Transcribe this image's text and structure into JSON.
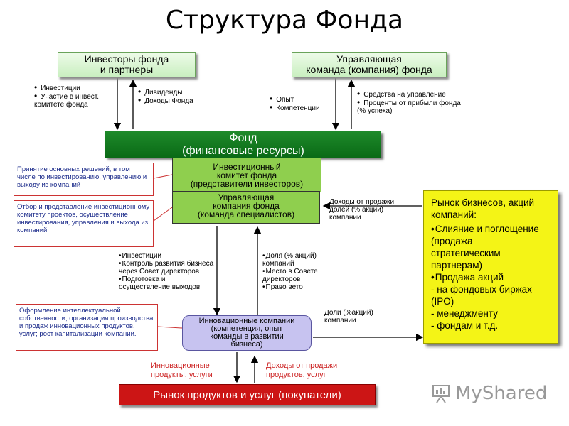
{
  "title": "Структура Фонда",
  "investors_box": [
    "Инвесторы фонда",
    "и партнеры"
  ],
  "management_box": [
    "Управляющая",
    "команда (компания) фонда"
  ],
  "investors_down": [
    "Инвестиции",
    "Участие в инвест.",
    "комитете фонда"
  ],
  "investors_up": [
    "Дивиденды",
    "Доходы Фонда"
  ],
  "management_down": [
    "Опыт",
    "Компетенции"
  ],
  "management_up": [
    "Средства на управление",
    "Проценты от прибыли фонда",
    "(% успеха)"
  ],
  "fund_box": [
    "Фонд",
    "(финансовые ресурсы)"
  ],
  "committee_box": [
    "Инвестиционный",
    "комитет фонда",
    "(представители инвесторов)"
  ],
  "company_box": [
    "Управляющая",
    "компания фонда",
    "(команда специалистов)"
  ],
  "note_decisions": "Принятие основных решений, в том числе по инвестированию, управлению и выходу из компаний",
  "note_selection": "Отбор и представление инвестиционному комитету проектов, осуществление инвестирования, управления и выхода из компаний",
  "note_ip": "Оформление интеллектуальной собственности; организация производства и продаж инновационных продуктов, услуг; рост капитализации компании.",
  "sale_income_label": [
    "Доходы от продажи",
    "долей (% акции)",
    "компании"
  ],
  "market_box": {
    "heading": [
      "Рынок бизнесов, акций",
      "компаний:"
    ],
    "items": [
      "Слияние и поглощение",
      "(продажа",
      "стратегическим",
      "партнерам)",
      "Продажа акций",
      "- на фондовых биржах",
      "(IPO)",
      "- менеджменту",
      "- фондам и т.д."
    ]
  },
  "fund_to_innov": [
    "Инвестиции",
    "Контроль развития бизнеса",
    "через Совет директоров",
    "Подготовка и",
    "осуществление выходов"
  ],
  "innov_to_fund": [
    "Доля (% акций)",
    "компаний",
    "Место в Совете",
    "директоров",
    "Право вето"
  ],
  "innov_box": [
    "Инновационные компании",
    "(компетенция, опыт",
    "команды в развитии",
    "бизнеса)"
  ],
  "shares_label": [
    "Доли (%акций)",
    "компании"
  ],
  "innov_products_label": [
    "Инновационные",
    "продукты, услуги"
  ],
  "product_income_label": [
    "Доходы от продажи",
    "продуктов, услуг"
  ],
  "products_market_box": "Рынок продуктов и услуг (покупатели)",
  "watermark": "MyShared",
  "colors": {
    "fund": "#0a6a16",
    "mid_box": "#8fcf4e",
    "innov_box": "#c7c3f0",
    "market_red": "#cc1515",
    "market_yellow": "#f4f416",
    "note_border": "#cc3333"
  }
}
